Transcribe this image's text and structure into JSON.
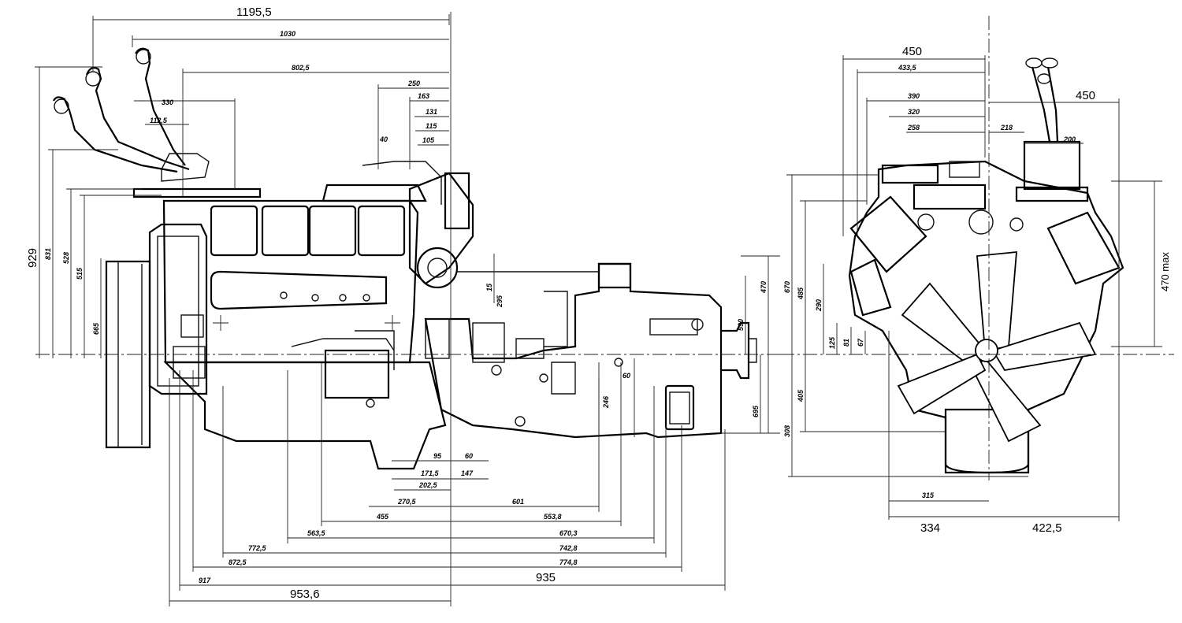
{
  "side_view": {
    "top_dims": [
      "1195,5",
      "1030",
      "802,5",
      "250",
      "163",
      "131",
      "115",
      "105",
      "330",
      "112,5",
      "40"
    ],
    "left_dims": [
      "929",
      "831",
      "528",
      "515",
      "665"
    ],
    "right_dims": [
      "470",
      "590",
      "695",
      "15"
    ],
    "bottom_dims": [
      "95",
      "60",
      "171,5",
      "147",
      "202,5",
      "270,5",
      "601",
      "455",
      "553,8",
      "563,5",
      "670,3",
      "772,5",
      "742,8",
      "872,5",
      "774,8",
      "917",
      "953,6",
      "935",
      "295",
      "246",
      "60"
    ]
  },
  "front_view": {
    "top_dims": [
      "450",
      "433,5",
      "390",
      "320",
      "258",
      "218",
      "450",
      "200"
    ],
    "left_dims": [
      "670",
      "485",
      "290",
      "125",
      "81",
      "67",
      "405",
      "308"
    ],
    "right_dims": [
      "470 max"
    ],
    "bottom_dims": [
      "315",
      "334",
      "422,5"
    ]
  }
}
